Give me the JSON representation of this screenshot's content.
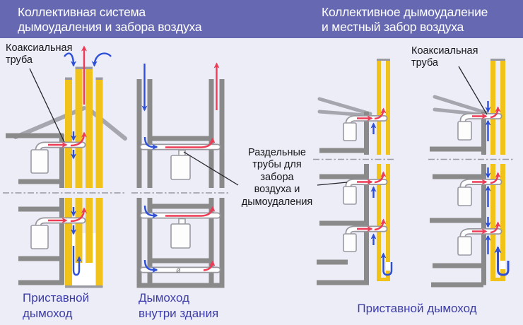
{
  "colors": {
    "page_bg": "#EDEDF8",
    "header_purple": "#6669B1",
    "pipe_yellow": "#F1C219",
    "wall_gray": "#8A8A8A",
    "smoke_red": "#ED3B55",
    "air_blue": "#2E4FD8",
    "caption_blue": "#3D3DA8",
    "label_black": "#16161A"
  },
  "header": {
    "left1": "Коллективная система",
    "left2": "дымоудаления и забора воздуха",
    "right1": "Коллективное дымоудаление",
    "right2": "и местный забор воздуха"
  },
  "labels": {
    "coax_left": {
      "l1": "Коаксиальная",
      "l2": "труба"
    },
    "coax_right": {
      "l1": "Коаксиальная",
      "l2": "труба"
    },
    "separate": {
      "l1": "Раздельные",
      "l2": "трубы для",
      "l3": "забора",
      "l4": "воздуха и",
      "l5": "дымоудаления"
    }
  },
  "captions": {
    "d1": {
      "l1": "Приставной",
      "l2": "дымоход"
    },
    "d2": {
      "l1": "Дымоход",
      "l2": "внутри здания"
    },
    "d34": "Приставной дымоход"
  },
  "symbols": {
    "diameter": "ø"
  }
}
